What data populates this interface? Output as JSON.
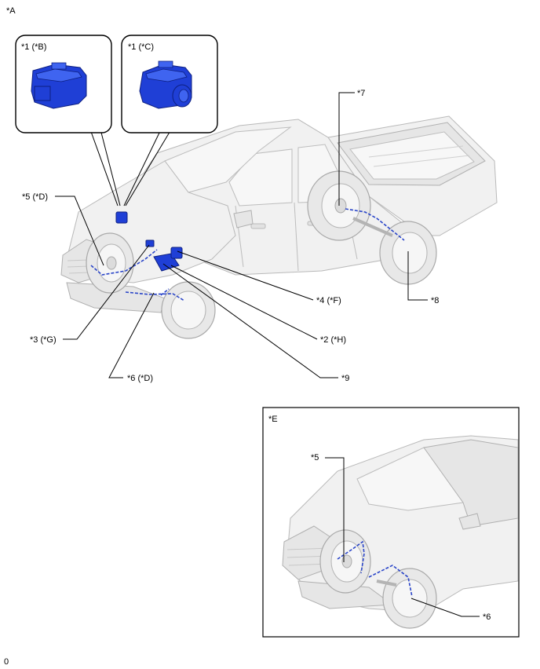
{
  "labels": {
    "A": "*A",
    "B": "*1 (*B)",
    "C": "*1 (*C)",
    "D5": "*5 (*D)",
    "n7": "*7",
    "F4": "*4 (*F)",
    "n8": "*8",
    "G3": "*3 (*G)",
    "H2": "*2 (*H)",
    "D6": "*6 (*D)",
    "n9": "*9",
    "E": "*E",
    "e5": "*5",
    "e6": "*6",
    "code": "0"
  },
  "colors": {
    "part": "#1f3fd6",
    "harness": "#2a45c8",
    "car_body": "#f1f1f1"
  }
}
